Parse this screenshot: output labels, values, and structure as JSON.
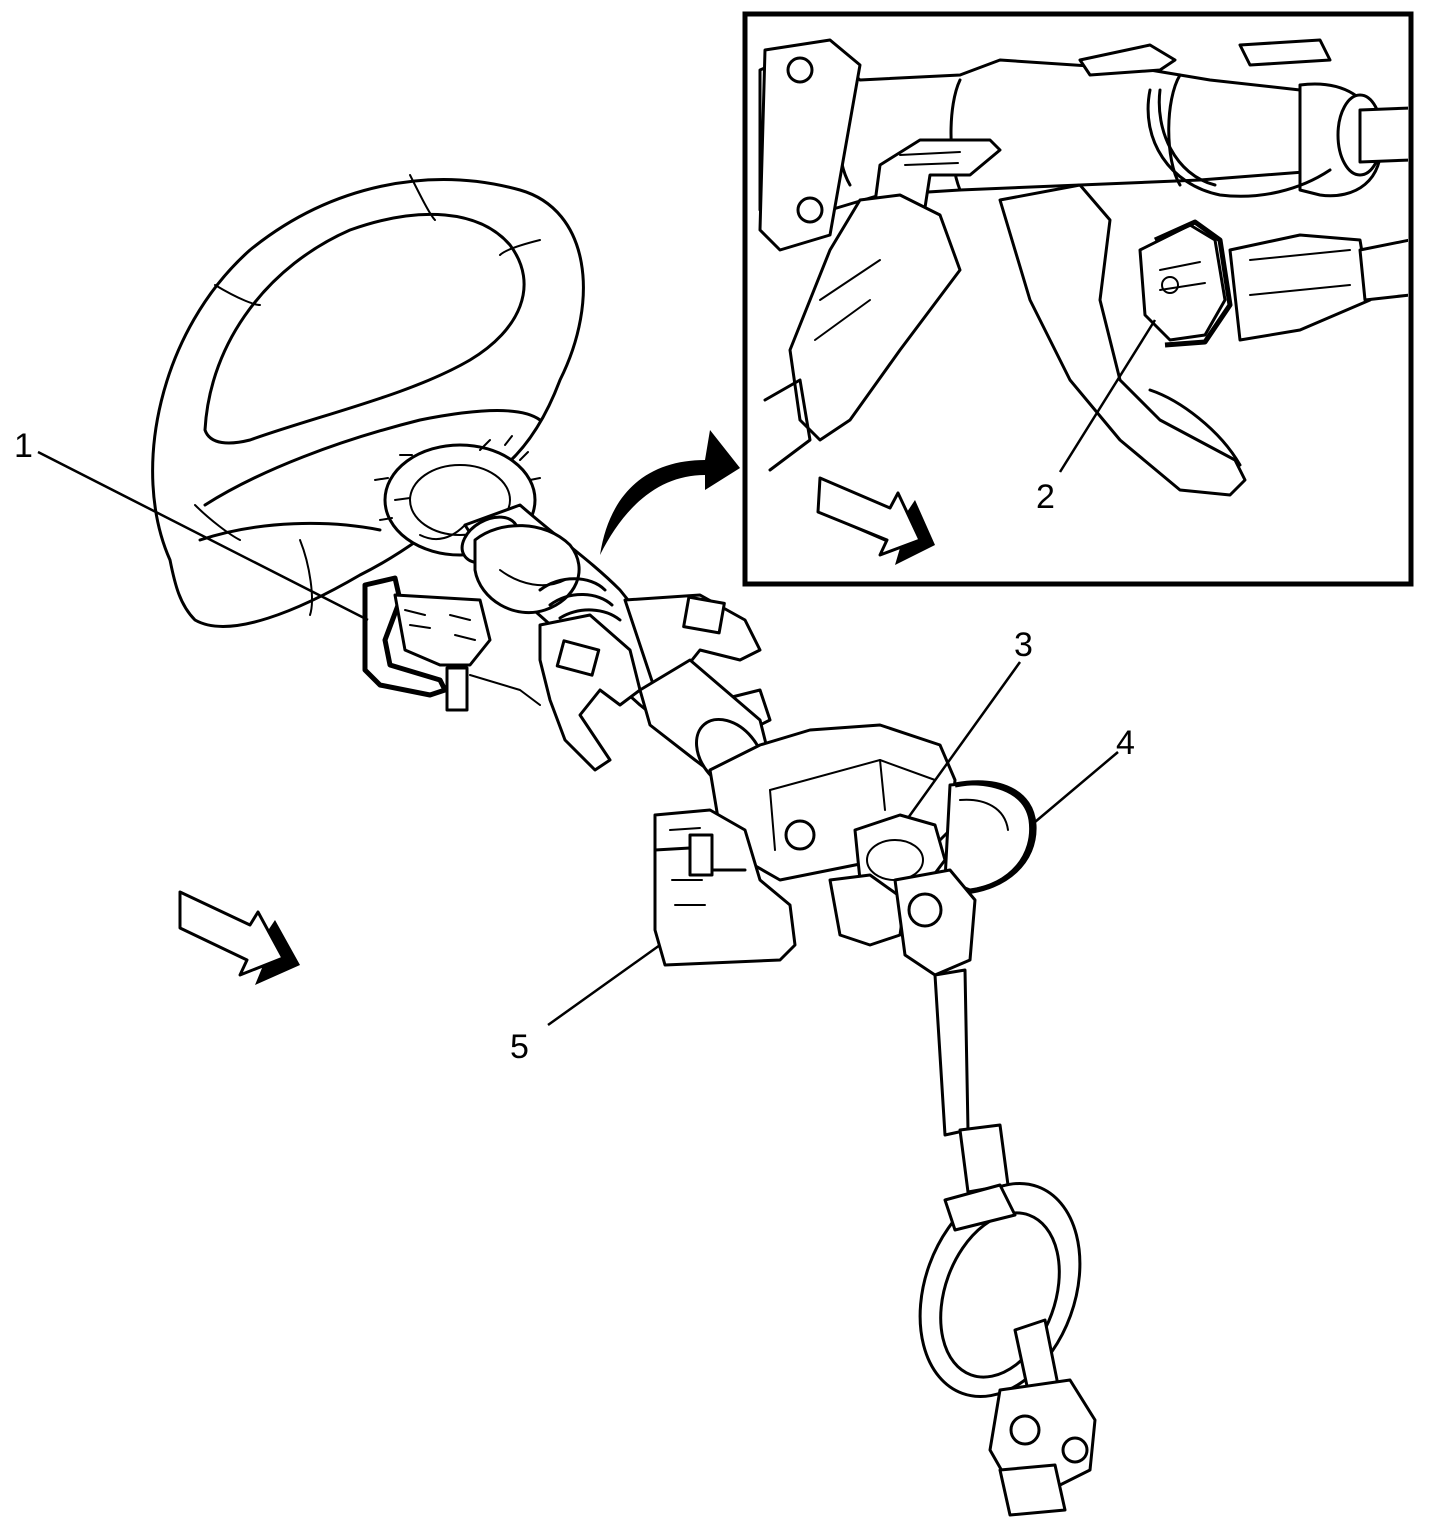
{
  "callouts": [
    {
      "id": "1",
      "label": "1"
    },
    {
      "id": "2",
      "label": "2"
    },
    {
      "id": "3",
      "label": "3"
    },
    {
      "id": "4",
      "label": "4"
    },
    {
      "id": "5",
      "label": "5"
    }
  ],
  "colors": {
    "line": "#000000",
    "background": "#ffffff",
    "arrow_shadow": "#000000"
  }
}
